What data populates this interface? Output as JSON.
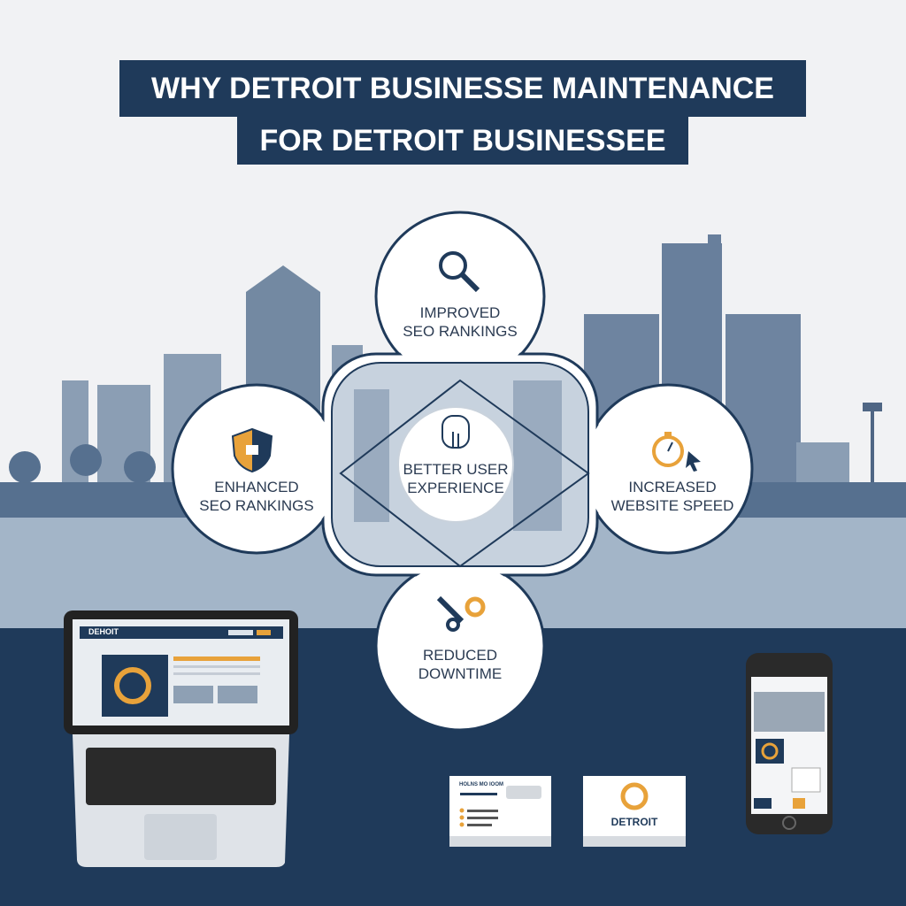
{
  "title": {
    "line1": "WHY DETROIT BUSINESSE MAINTENANCE",
    "line2": "FOR DETROIT BUSINESSEE"
  },
  "benefits": [
    {
      "icon": "magnifier-icon",
      "line1": "IMPROVED",
      "line2": "SEO RANKINGS"
    },
    {
      "icon": "shield-lock-icon",
      "line1": "ENHANCED",
      "line2": "SEO RANKINGS"
    },
    {
      "icon": "hand-touch-icon",
      "line1": "BETTER USER",
      "line2": "EXPERIENCE"
    },
    {
      "icon": "stopwatch-cursor-icon",
      "line1": "INCREASED",
      "line2": "WEBSITE SPEED"
    },
    {
      "icon": "wrench-gears-icon",
      "line1": "REDUCED",
      "line2": "DOWNTIME"
    }
  ],
  "laptop": {
    "site_brand": "DEHOIT"
  },
  "business_card": {
    "name": "HOLNS MO IOOM",
    "brand": "DETROIT"
  },
  "colors": {
    "navy": "#1f3a5a",
    "accent": "#e8a23a",
    "skyline": "#7f94ab",
    "water": "#a3b5c8"
  }
}
